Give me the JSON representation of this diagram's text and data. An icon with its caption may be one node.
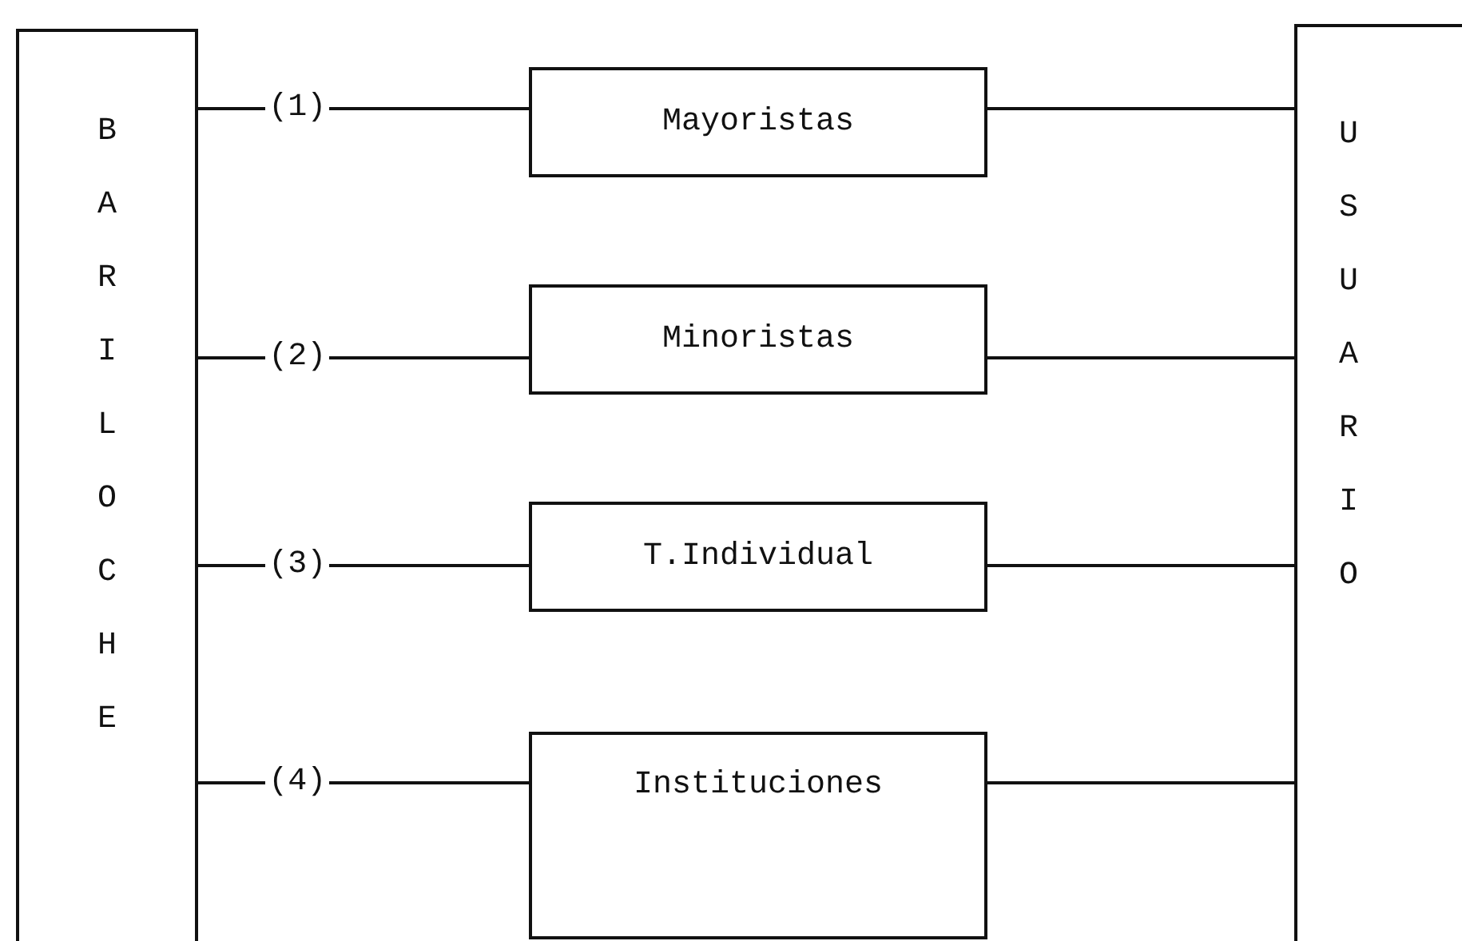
{
  "diagram": {
    "nodes": [
      {
        "text": [
          "BARILOCHE"
        ]
      },
      {
        "text": [
          "Mayoristas"
        ]
      },
      {
        "text": [
          "Minoristas"
        ]
      },
      {
        "text": [
          "T.Individual"
        ]
      },
      {
        "text": [
          "Instituciones"
        ]
      },
      {
        "text": [
          "USUARIO"
        ]
      }
    ],
    "edges": [
      {
        "from": 0,
        "to": 1,
        "arrow": "none",
        "label": "(1)"
      },
      {
        "from": 0,
        "to": 2,
        "arrow": "none",
        "label": "(2)"
      },
      {
        "from": 0,
        "to": 3,
        "arrow": "none",
        "label": "(3)"
      },
      {
        "from": 0,
        "to": 4,
        "arrow": "none",
        "label": "(4)"
      },
      {
        "from": 1,
        "to": 5,
        "arrow": "none"
      },
      {
        "from": 2,
        "to": 5,
        "arrow": "none"
      },
      {
        "from": 3,
        "to": 5,
        "arrow": "none"
      },
      {
        "from": 4,
        "to": 5,
        "arrow": "none"
      }
    ]
  }
}
